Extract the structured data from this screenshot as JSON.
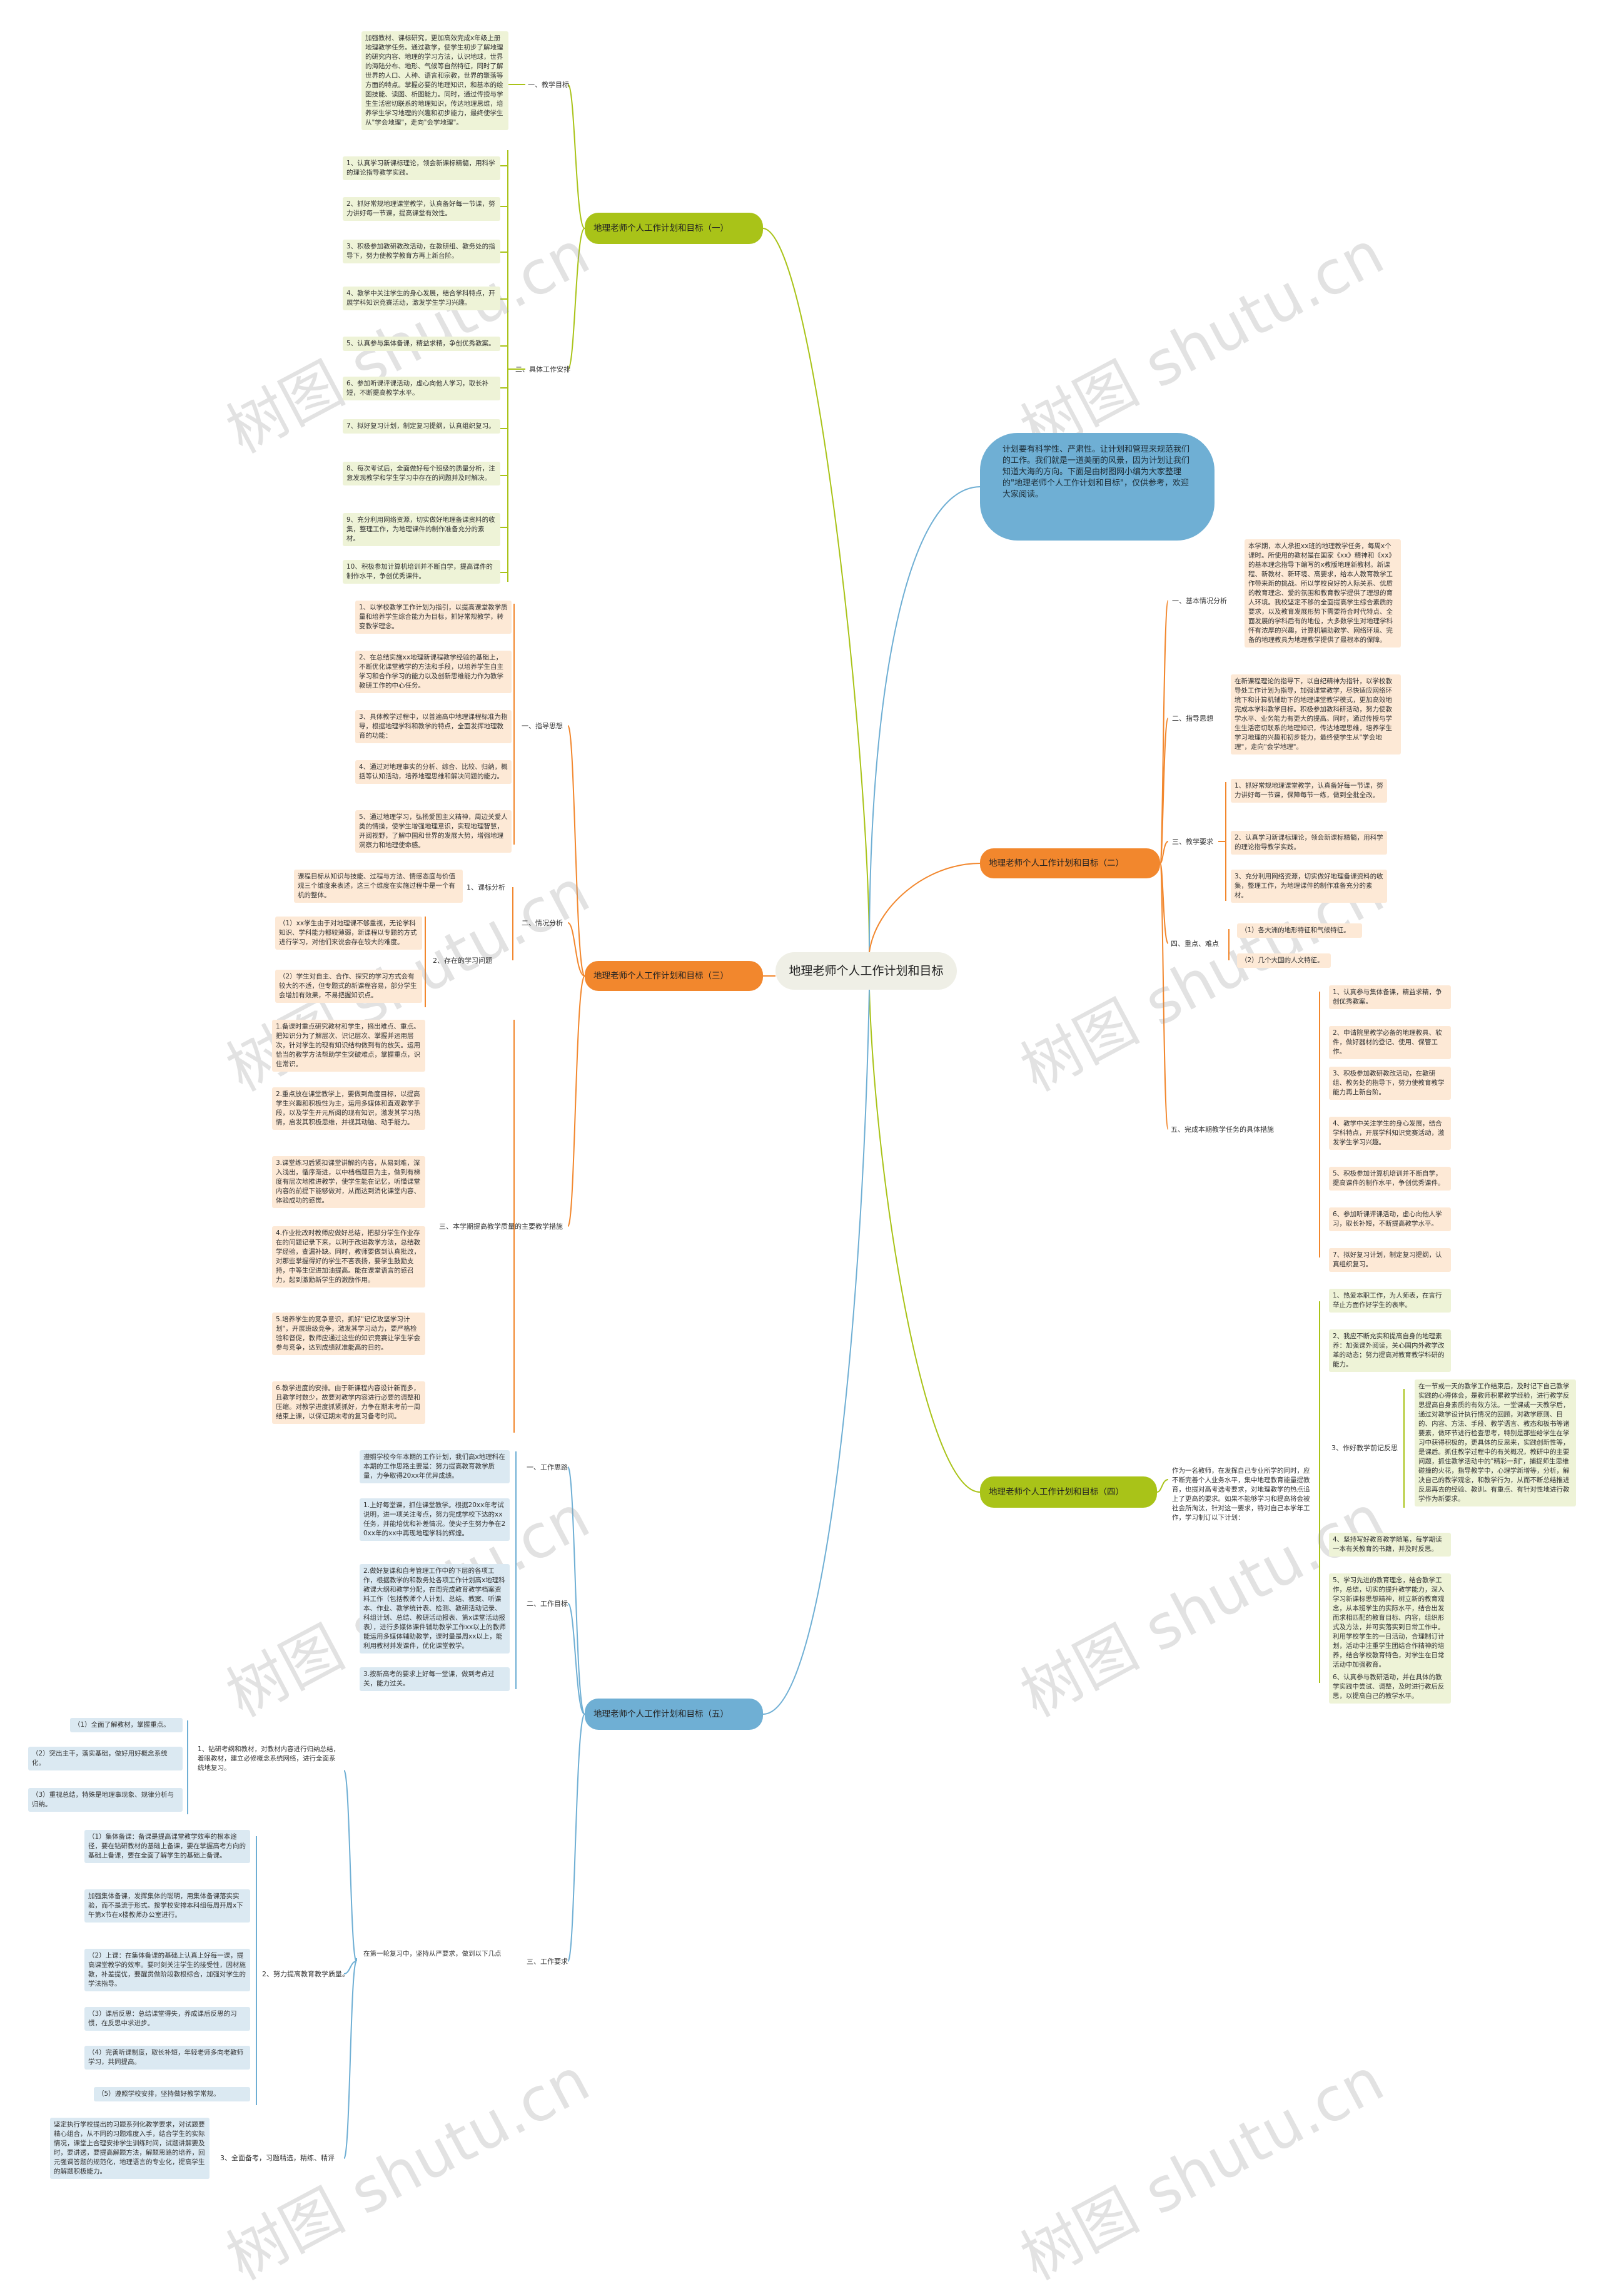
{
  "root": "地理老师个人工作计划和目标",
  "intro": "计划要有科学性、严肃性。让计划和管理来规范我们的工作。我们就是一道美丽的风景，因为计划让我们知道大海的方向。下面是由树图网小编为大家整理的\"地理老师个人工作计划和目标\"，仅供参考，欢迎大家阅读。",
  "watermark": "树图 shutu.cn",
  "branch1": {
    "title": "地理老师个人工作计划和目标（一）",
    "sec1_label": "一、教学目标",
    "sec1_text": "加强教材、课标研究，更加高效完成x年级上册地理教学任务。通过教学，使学生初步了解地理的研究内容、地理的学习方法，认识地球，世界的海陆分布、地形、气候等自然特征，同时了解世界的人口、人种、语言和宗教，世界的聚落等方面的特点。掌握必要的地理知识，和基本的绘图技能、读图、析图能力。同时，通过传授与学生生活密切联系的地理知识，传达地理思维，培养学生学习地理的兴趣和初步能力，最终使学生从\"学会地理\"，走向\"会学地理\"。",
    "sec2_label": "二、具体工作安排",
    "items": [
      "1、认真学习新课标理论，领会新课标精髓，用科学的理论指导教学实践。",
      "2、抓好常规地理课堂教学，认真备好每一节课，努力讲好每一节课，提高课堂有效性。",
      "3、积极参加教研教改活动，在教研组、教务处的指导下，努力使教学教育方再上新台阶。",
      "4、教学中关注学生的身心发展，结合学科特点，开展学科知识竞赛活动，激发学生学习兴趣。",
      "5、认真参与集体备课，精益求精，争创优秀教案。",
      "6、参加听课评课活动，虚心向他人学习，取长补短，不断提高教学水平。",
      "7、拟好复习计划，制定复习提纲，认真组织复习。",
      "8、每次考试后，全面做好每个班级的质量分析，注意发现教学和学生学习中存在的问题并及时解决。",
      "9、充分利用网络资源，切实做好地理备课资料的收集，整理工作，为地理课件的制作准备充分的素材。",
      "10、积极参加计算机培训并不断自学，提高课件的制作水平，争创优秀课件。"
    ]
  },
  "branch2": {
    "title": "地理老师个人工作计划和目标（二）",
    "sec1_label": "一、基本情况分析",
    "sec1_text": "本学期，本人承担xx班的地理教学任务，每周x个课时。所使用的教材是在国家《xx》精神和《xx》的基本理念指导下编写的x教版地理新教材。新课程、新教材、新环境、高要求，给本人教育教学工作带来新的挑战。所以学校良好的人际关系、优质的教育理念、爱的氛围和教育教学提供了理想的育人环境。我校坚定不移的全面提高学生综合素质的要求，以及教育发展形势下需要符合时代特点、全面发展的学科后有的地位，大多数学生对地理学科怀有浓厚的兴趣，计算机辅助教学、网络环境、完备的地理教具为地理教学提供了最根本的保障。",
    "sec2_label": "二、指导思想",
    "sec2_text": "在新课程理论的指导下，以自纪精神为指针，以学校教导处工作计划为指导，加强课堂教学，尽快适应网络环境下和计算机辅助下的地理课堂教学模式，更加高效地完成本学科教学目标。积极参加教科研活动，努力使教学水平、业务能力有更大的提高。同时，通过传授与学生生活密切联系的地理知识，传达地理思维，培养学生学习地理的兴趣和初步能力，最终使学生从\"学会地理\"，走向\"会学地理\"。",
    "sec3_label": "三、教学要求",
    "sec3_items": [
      "1、抓好常规地理课堂教学，认真备好每一节课，努力讲好每一节课，保障每节一练，做到全批全改。",
      "2、认真学习新课标理论，领会新课标精髓，用科学的理论指导教学实践。",
      "3、充分利用网络资源，切实做好地理备课资料的收集，整理工作，为地理课件的制作准备充分的素材。"
    ],
    "sec4_label": "四、重点、难点",
    "sec4_items": [
      "（1）各大洲的地形特征和气候特征。",
      "（2）几个大国的人文特征。"
    ],
    "sec5_label": "五、完成本期教学任务的具体措施",
    "sec5_items": [
      "1、认真参与集体备课，精益求精，争创优秀教案。",
      "2、申请院里教学必备的地理教具、软件，做好器材的登记、使用、保管工作。",
      "3、积极参加教研教改活动，在教研组、教务处的指导下，努力使教育教学能力再上新台阶。",
      "4、教学中关注学生的身心发展，结合学科特点，开展学科知识竞赛活动，激发学生学习兴趣。",
      "5、积极参加计算机培训并不断自学，提高课件的制作水平，争创优秀课件。",
      "6、参加听课评课活动，虚心向他人学习，取长补短，不断提高教学水平。",
      "7、拟好复习计划，制定复习提纲，认真组织复习。"
    ]
  },
  "branch3": {
    "title": "地理老师个人工作计划和目标（三）",
    "sec1_label": "一、指导思想",
    "sec1_items": [
      "1、以学校教学工作计划为指引，以提高课堂教学质量和培养学生综合能力为目标，抓好常规教学，转变教学理念。",
      "2、在总结实施xx地理新课程教学经验的基础上，不断优化课堂教学的方法和手段，以培养学生自主学习和合作学习的能力以及创新思维能力作为教学教研工作的中心任务。",
      "3、具体教学过程中，以普遍高中地理课程标准为指导，根据地理学科和教学的特点，全面发挥地理教育的功能：",
      "4、通过对地理事实的分析、综合、比较、归纳，概括等认知活动，培养地理思维和解决问题的能力。",
      "5、通过地理学习，弘扬爱国主义精神，周边关爱人类的情操，使学生增强地理意识，实现地理智慧，开阔视野，了解中国和世界的发展大势，增强地理洞察力和地理使命感。"
    ],
    "sec2_label": "二、情况分析",
    "sec2_sub1_label": "1、课标分析",
    "sec2_sub1_text": "课程目标从知识与技能、过程与方法、情感态度与价值观三个维度来表述，这三个维度在实施过程中是一个有机的整体。",
    "sec2_sub2_label": "2、存在的学习问题",
    "sec2_sub2_items": [
      "（1）xx学生由于对地理课不够重视，无论学科知识、学科能力都较薄弱，新课程以专题的方式进行学习，对他们来说会存在较大的难度。",
      "（2）学生对自主、合作、探究的学习方式会有较大的不适，但专题式的新课程容易，部分学生会增加有效果，不易把握知识点。"
    ],
    "sec3_label": "三、本学期提高教学质量的主要教学措施",
    "sec3_items": [
      "1.备课时重点研究教材和学生，摘出难点、重点。把知识分为了解层次、识记层次、掌握并运用层次，针对学生的现有知识结构做到有的放矢。运用恰当的教学方法帮助学生突破难点，掌握重点，识住常识。",
      "2.重点放在课堂教学上，要做到角度目标，以提高学生兴趣和积极性为主，运用多媒体和直观教学手段，以及学生开元所阅的现有知识，激发其学习热情，启发其积极思维，并视其动脑、动手能力。",
      "3.课堂练习后紧扣课堂讲解的内容，从易到难，深入浅出，循序渐进，以中档档题目为主，做到有梯度有层次地推进教学，使学生能在记忆，听懂课堂内容的前提下能够做对，从而达到消化课堂内容、体验成功的感觉。",
      "4.作业批改时教师应做好总结，把部分学生作业存在的问题记录下来，以利于改进教学方法，总结教学经验，查漏补缺。同时，教师要做到认真批改，对那些掌握得好的学生不吝表扬，要学生鼓励支持，中等生促进加油提高。能在课堂语言的感召力，起到激励新学生的激励作用。",
      "5.培养学生的竞争意识，抓好\"记忆攻坚学习计划\"，开展班级竞争，激发其学习动力，要严格检验和督促，教师应通过这些的知识竞赛让学生学会参与竞争，达到成绩就准能高的目的。",
      "6.教学进度的安排。由于新课程内容设计新而多，且教学时数少，故要对教学内容进行必要的调整和压缩。对教学进度抓紧抓好，力争在期末考前一周结束上课，以保证期末考的复习备考时间。"
    ]
  },
  "branch4": {
    "title": "地理老师个人工作计划和目标（四）",
    "intro_text": "作为一名教师，在发挥自己专业所学的同时，应不断完善个人业务水平，集中地理教育能量提教育，也提对高考选考要求，对地理教学的热点追上了更高的要求。如果不能够学习和提高将会被社会所淘汰，针对这一要求，特对自己本学年工作，学习制订以下计划：",
    "items": [
      "1、热爱本职工作，为人师表，在言行举止方面作好学生的表率。",
      "2、我应不断充实和提高自身的地理素养：加强课外阅读，关心国内外教学改革的动态；努力提高对教育教学科研的能力。",
      "3、作好教学前记反思",
      "4、坚持写好教育教学随笔，每学期读一本有关教育的书籍，并及时反思。",
      "5、学习先进的教育理念，结合教学工作，总结，切实的提升教学能力，深入学习新课标思想精神，树立新的教育观念，从本班学生的实际水平，结合出发而求相匹配的教育目标、内容，组织形式及方法，并可实落实到日常工作中。利用学校学生的一日活动，合理制订计划，活动中注重学生团结合作精神的培养，结合学校教育特色，对学生在日常活动中加强教育。",
      "6、认真参与教研活动，并在具体的教学实践中尝试、调整，及时进行教后反思，以提高自己的教学水平。"
    ],
    "sub3_text": "在一节或一天的教学工作结束后，及时记下自己教学实践的心得体会，是教师积累教学经验，进行教学反思提高自身素质的有效方法。一堂课或一天教学后，通过对教学设计执行情况的回顾，对教学原则、目的、内容、方法、手段、教学语言、教态和板书等诸要素，做环节进行检查思考，特别是那些给学生在学习中获得积极的，更具体的反思来，实践创新性等，是课后。抓住教学过程中的有关概况，教研中的主要问题，抓住教学活动中的\"精彩一刻\"，捕捉师生思维碰撞的火花，指导教学中，心理学新增等，分析，解决自己的教学观念，和教学行为，从而不断总结推进反思再去的经验、教训。有重点、有针对性地进行教学作为新要求。"
  },
  "branch5": {
    "title": "地理老师个人工作计划和目标（五）",
    "sec1_label": "一、工作思路",
    "sec1_text": "遵照学校今年本期的工作计划，我们高x地理科在本期的工作思路主要是：努力提高教育教学质量，力争取得20xx年优异成绩。",
    "sec2_label": "二、工作目标",
    "sec2_items": [
      "1.上好每堂课，抓住课堂教学。根据20xx年考试说明，进一项关注考点，努力完成学校下达的xx任务，并能培优和补差情况。使尖子生努力争在20xx年的xx中再现地理学科的辉煌。",
      "2.做好复课和自考管理工作中的下层的各项工作，根据教学的和教务处各项工作计划高x地理科教课大纲和教学分配，在周完成教育教学档案资料工作（包括教师个人计划、总结、教案、听课本、作业、教学统计表、检测、教研活动记录、科组计划、总结、教研活动报表、第x课堂活动报表），进行多媒体课件辅助教学工作xx以上的教师能运用多媒体辅助教学，课时量是周xx以上，能利用教材并发课件，优化课堂教学。",
      "3.按新高考的要求上好每一堂课，做到考点过关，能力过关。"
    ],
    "sec3_label": "三、工作要求",
    "sec3_intro": "在第一轮复习中，坚持从严要求，做到以下几点",
    "sub1_label": "1、钻研考纲和教材，对教材内容进行归纳总结，着眼教材，建立必修概念系统网络，进行全面系统地复习。",
    "sub1_items": [
      "（1）全面了解教材，掌握重点。",
      "（2）突出主干，落实基础，做好用好概念系统化。",
      "（3）重视总结，特殊是地理事现象、规律分析与归纳。"
    ],
    "sub2_label": "2、努力提高教育教学质量。",
    "sub2_items": [
      "（1）集体备课：备课是提高课堂教学效率的根本途径，要在钻研教材的基础上备课，要在掌握高考方向的基础上备课，要在全面了解学生的基础上备课。",
      "加强集体备课，发挥集体的聪明，用集体备课落实实验，而不是流于形式。按学校安排本科组每周开周x下午第x节在x楼教师办公室进行。",
      "（2）上课：在集体备课的基础上认真上好每一课，提高课堂教学的效率。要时刻关注学生的接受性，因材施教，补差提优，要醒贯做阶段教根综合，加强对学生的学法指导。",
      "（3）课后反思：总结课堂得失，养成课后反思的习惯，在反思中求进步。",
      "（4）完善听课制度，取长补短，年轻老师多向老教师学习，共同提高。",
      "（5）遵照学校安排，坚持做好教学常规。"
    ],
    "sub3_label": "3、全面备考，习题精选，精练、精评",
    "sub3_text": "坚定执行学校提出的习题系列化教学要求，对试题要精心组合，从不同的习题难度入手，结合学生的实际情况，课堂上合理安排学生训练时间，试题讲解要及时，要讲透，要提高解题方法，解题思路的培养，回元强调答题的规范化，地理语言的专业化，提高学生的解题积极能力。"
  },
  "colors": {
    "branch1": "#a9c318",
    "branch2": "#f2872d",
    "branch3": "#f2872d",
    "branch4": "#a9c318",
    "branch5": "#6fafd4",
    "intro": "#6fafd4"
  }
}
